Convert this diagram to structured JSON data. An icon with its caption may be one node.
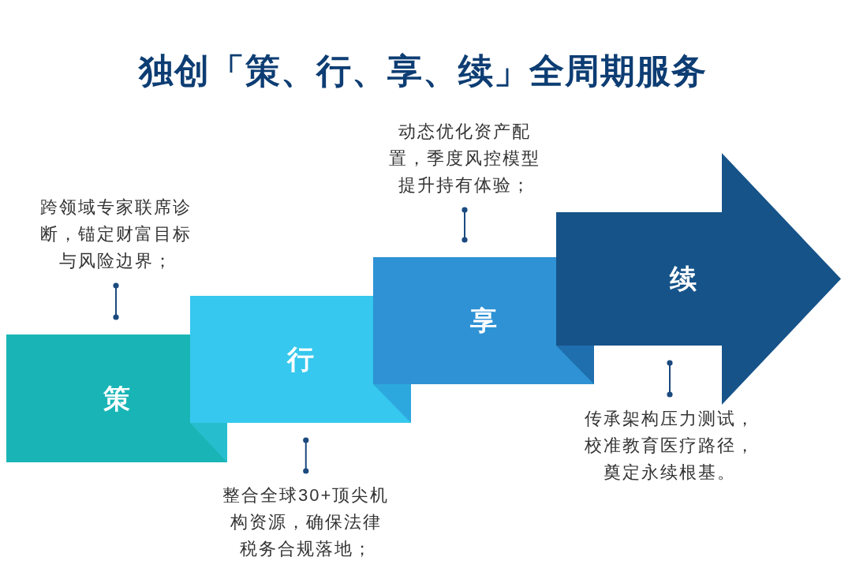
{
  "diagram": {
    "title": "独创「策、行、享、续」全周期服务",
    "nodes": [
      {
        "text": [
          "跨领域专家联席诊断，锚定财富目标与风险边界；"
        ]
      },
      {
        "text": [
          "策"
        ]
      },
      {
        "text": [
          "行"
        ]
      },
      {
        "text": [
          "整合全球30+顶尖机构资源，确保法律税务合规落地；"
        ]
      },
      {
        "text": [
          "动态优化资产配置，季度风控模型提升持有体验；"
        ]
      },
      {
        "text": [
          "享"
        ]
      },
      {
        "text": [
          "续"
        ]
      },
      {
        "text": [
          "传承架构压力测试，校准教育医疗路径，奠定永续根基。"
        ]
      }
    ],
    "edges": [
      {
        "from": 0,
        "to": 1,
        "arrow": "other"
      },
      {
        "from": 3,
        "to": 2,
        "arrow": "other"
      },
      {
        "from": 4,
        "to": 5,
        "arrow": "other"
      },
      {
        "from": 7,
        "to": 6,
        "arrow": "other"
      }
    ]
  }
}
